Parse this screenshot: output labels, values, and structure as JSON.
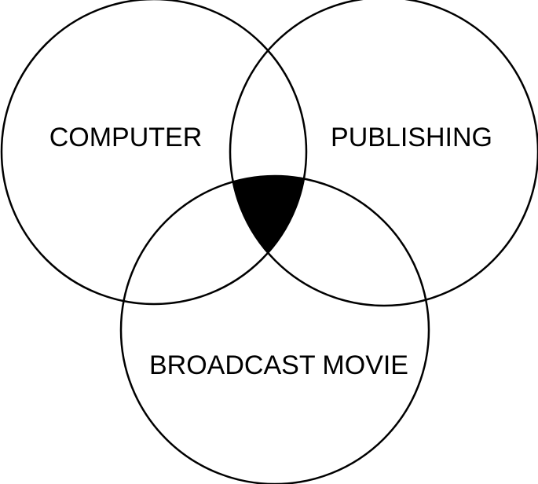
{
  "diagram": {
    "type": "venn",
    "sets": [
      {
        "id": "computer",
        "label": "COMPUTER"
      },
      {
        "id": "publishing",
        "label": "PUBLISHING"
      },
      {
        "id": "broadcast-movie",
        "label": "BROADCAST MOVIE"
      }
    ],
    "highlighted_region": [
      "computer",
      "publishing",
      "broadcast-movie"
    ],
    "colors": {
      "stroke": "#000000",
      "background": "#ffffff",
      "highlight": "#000000"
    }
  }
}
